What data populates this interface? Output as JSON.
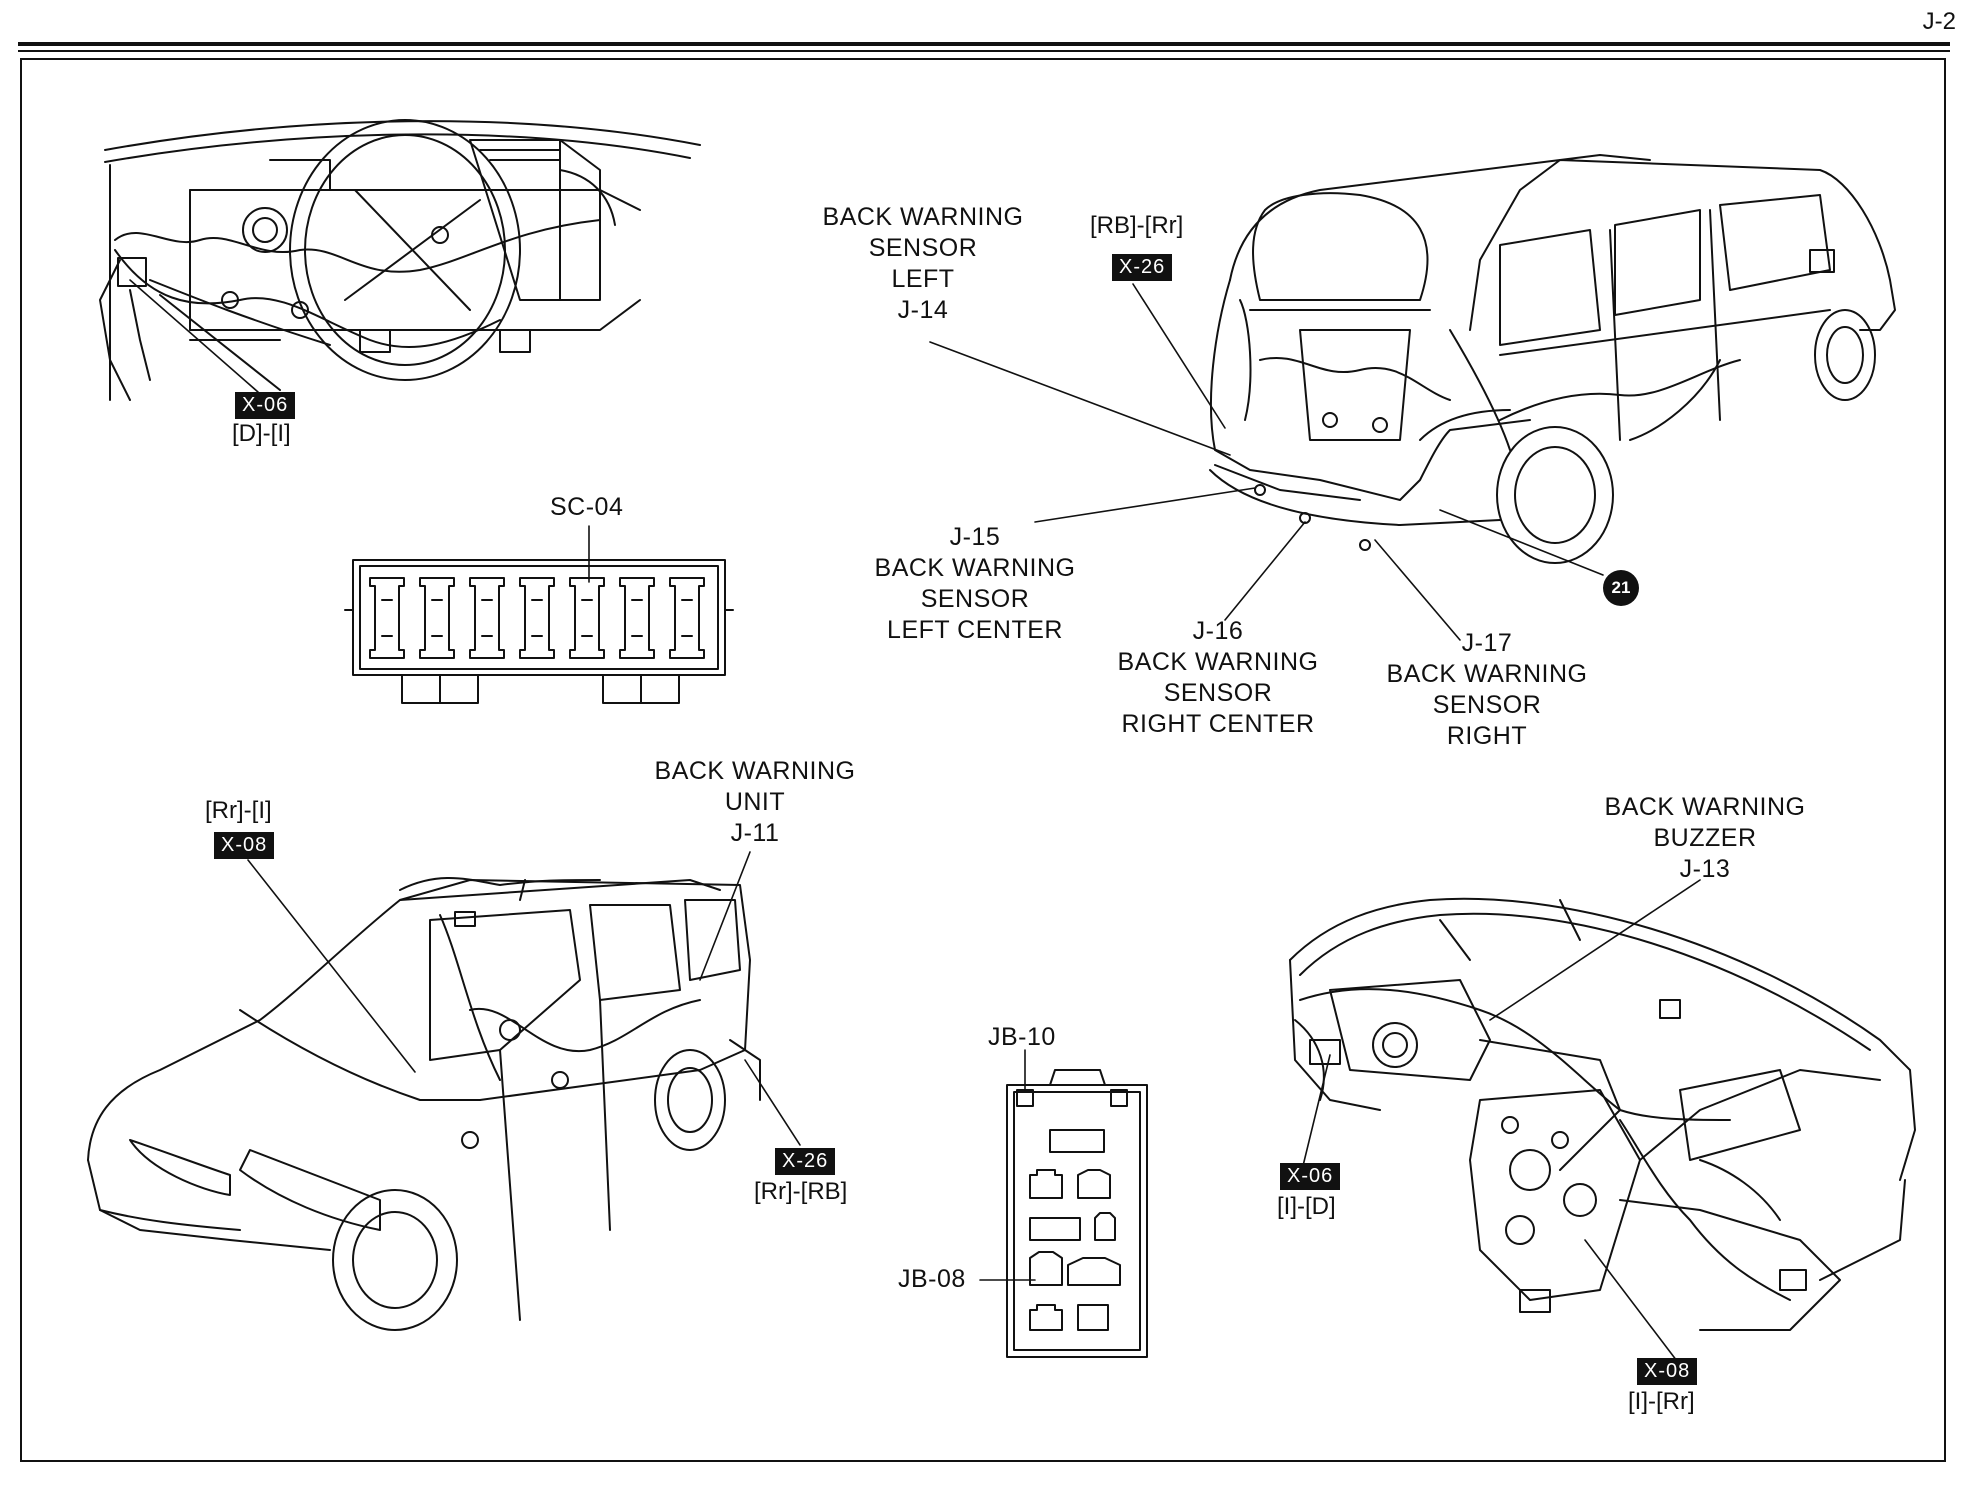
{
  "page": {
    "number": "J-2"
  },
  "callouts": {
    "x06_top": {
      "badge": "X-06",
      "code": "[D]-[I]"
    },
    "sc04": {
      "label": "SC-04"
    },
    "j14": {
      "lines": [
        "BACK WARNING",
        "SENSOR",
        "LEFT",
        "J-14"
      ]
    },
    "x26_top": {
      "code": "[RB]-[Rr]",
      "badge": "X-26"
    },
    "j15": {
      "lines": [
        "J-15",
        "BACK WARNING",
        "SENSOR",
        "LEFT CENTER"
      ]
    },
    "j16": {
      "lines": [
        "J-16",
        "BACK WARNING",
        "SENSOR",
        "RIGHT CENTER"
      ]
    },
    "j17": {
      "lines": [
        "J-17",
        "BACK WARNING",
        "SENSOR",
        "RIGHT"
      ]
    },
    "ground21": {
      "label": "21"
    },
    "x08_left": {
      "code": "[Rr]-[I]",
      "badge": "X-08"
    },
    "j11": {
      "lines": [
        "BACK WARNING",
        "UNIT",
        "J-11"
      ]
    },
    "x26_bottom": {
      "badge": "X-26",
      "code": "[Rr]-[RB]"
    },
    "jb10": {
      "label": "JB-10"
    },
    "jb08": {
      "label": "JB-08"
    },
    "j13": {
      "lines": [
        "BACK WARNING",
        "BUZZER",
        "J-13"
      ]
    },
    "x06_right": {
      "badge": "X-06",
      "code": "[I]-[D]"
    },
    "x08_right": {
      "badge": "X-08",
      "code": "[I]-[Rr]"
    }
  },
  "drawings": {
    "top_left": "instrument-panel-harness-illustration",
    "top_right": "vehicle-rear-view-illustration",
    "center_left": "sc-04-connector-block-illustration",
    "bottom_left": "vehicle-front-view-illustration",
    "bottom_center": "junction-block-illustration",
    "bottom_right": "dashboard-harness-illustration"
  }
}
